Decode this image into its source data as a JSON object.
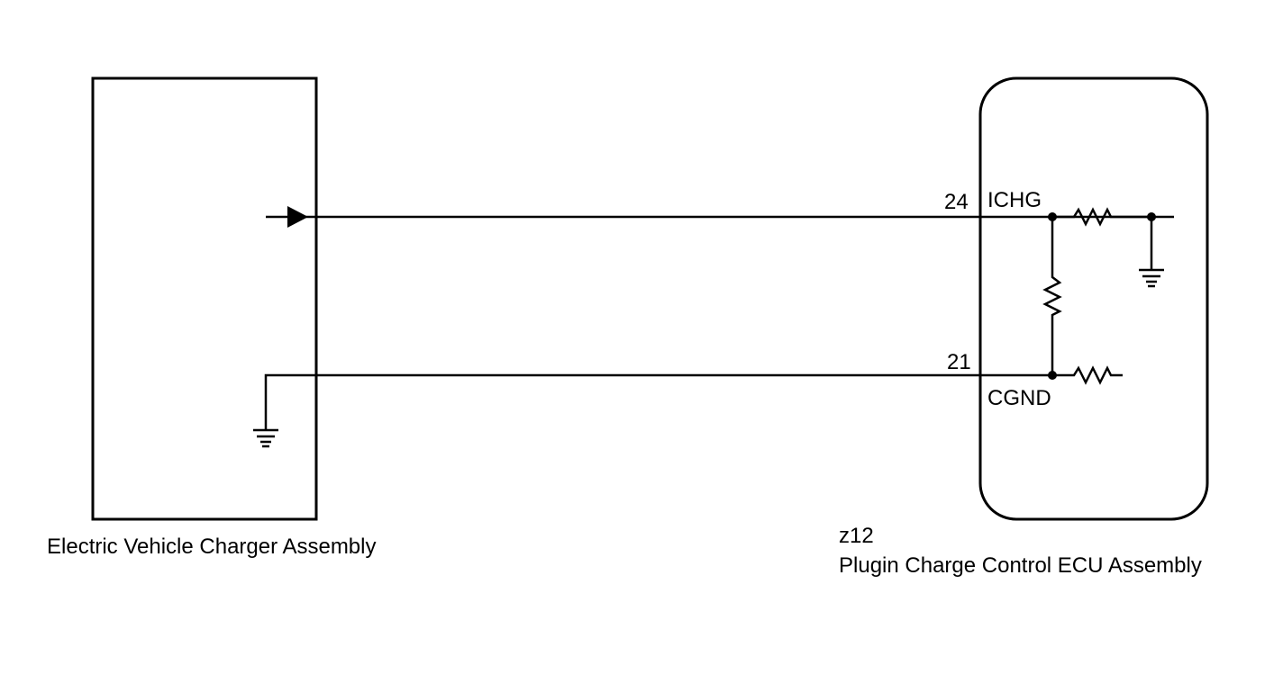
{
  "components": {
    "charger": {
      "name": "Electric Vehicle Charger Assembly"
    },
    "ecu": {
      "connector_id": "z12",
      "name": "Plugin Charge Control ECU Assembly"
    }
  },
  "pins": {
    "ichg": {
      "number": "24",
      "label": "ICHG"
    },
    "cgnd": {
      "number": "21",
      "label": "CGND"
    }
  }
}
